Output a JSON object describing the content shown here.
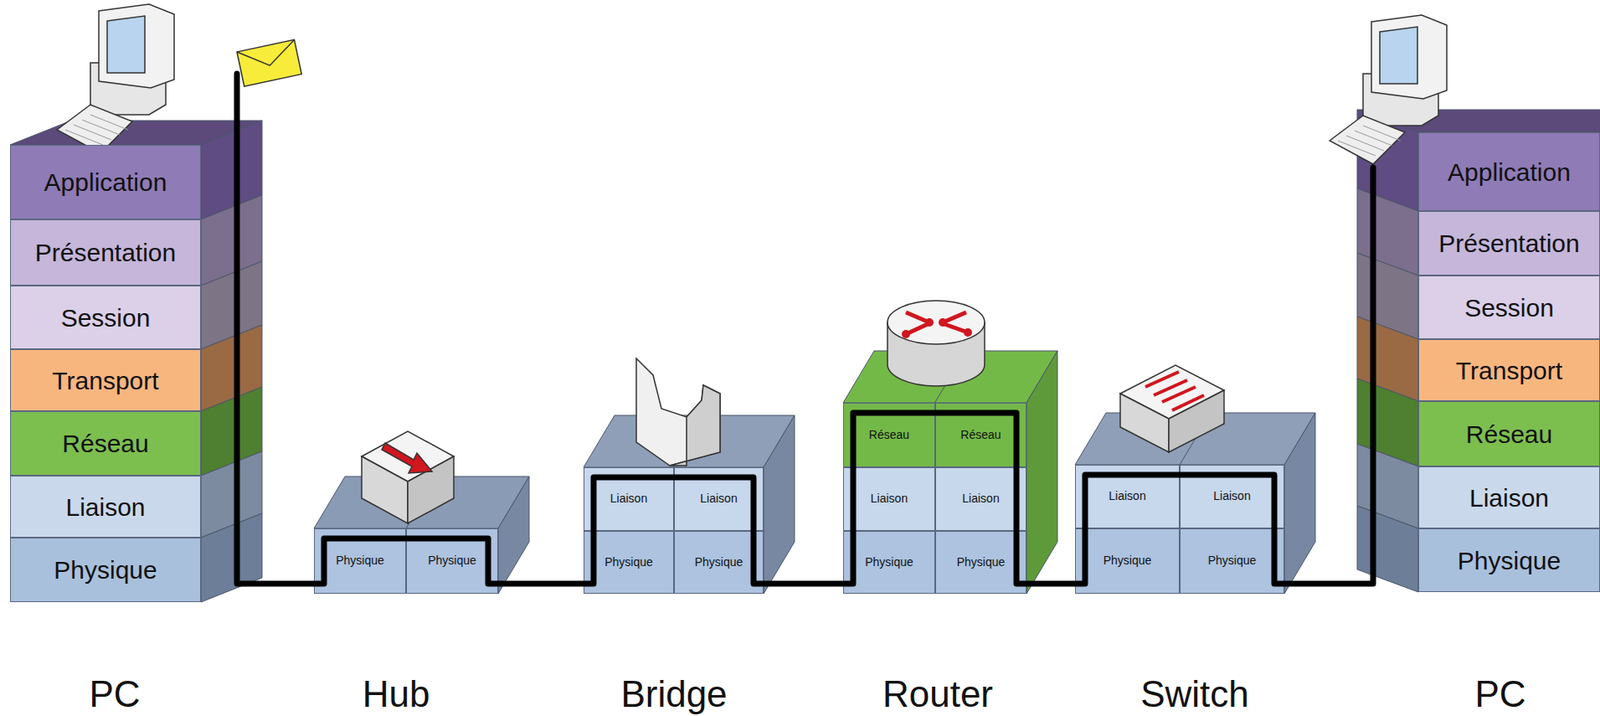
{
  "diagram": {
    "nodes": [
      {
        "text": [
          "Application"
        ]
      },
      {
        "text": [
          "Présentation"
        ]
      },
      {
        "text": [
          "Session"
        ]
      },
      {
        "text": [
          "Transport"
        ]
      },
      {
        "text": [
          "Réseau"
        ]
      },
      {
        "text": [
          "Liaison"
        ]
      },
      {
        "text": [
          "Physique"
        ]
      },
      {
        "text": [
          "Physique"
        ]
      },
      {
        "text": [
          "Physique"
        ]
      },
      {
        "text": [
          "Liaison"
        ]
      },
      {
        "text": [
          "Liaison"
        ]
      },
      {
        "text": [
          "Physique"
        ]
      },
      {
        "text": [
          "Physique"
        ]
      },
      {
        "text": [
          "Réseau"
        ]
      },
      {
        "text": [
          "Réseau"
        ]
      },
      {
        "text": [
          "Liaison"
        ]
      },
      {
        "text": [
          "Liaison"
        ]
      },
      {
        "text": [
          "Physique"
        ]
      },
      {
        "text": [
          "Physique"
        ]
      },
      {
        "text": [
          "Liaison"
        ]
      },
      {
        "text": [
          "Liaison"
        ]
      },
      {
        "text": [
          "Physique"
        ]
      },
      {
        "text": [
          "Physique"
        ]
      },
      {
        "text": [
          "Application"
        ]
      },
      {
        "text": [
          "Présentation"
        ]
      },
      {
        "text": [
          "Session"
        ]
      },
      {
        "text": [
          "Transport"
        ]
      },
      {
        "text": [
          "Réseau"
        ]
      },
      {
        "text": [
          "Liaison"
        ]
      },
      {
        "text": [
          "Physique"
        ]
      }
    ],
    "labels": [
      "PC",
      "Hub",
      "Bridge",
      "Router",
      "Switch",
      "PC"
    ]
  }
}
